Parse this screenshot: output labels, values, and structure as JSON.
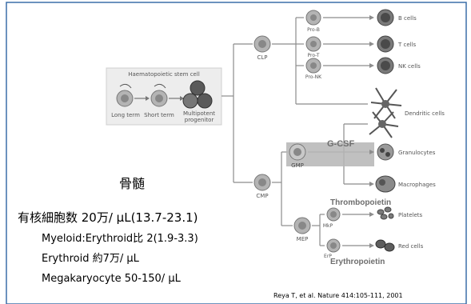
{
  "diagram": {
    "box_title": "Haematopoietic stem cell",
    "stem_cells": [
      {
        "label": "Long term"
      },
      {
        "label": "Short term"
      },
      {
        "label": "Multipotent\nprogenitor"
      }
    ],
    "progenitors": {
      "clp": "CLP",
      "cmp": "CMP",
      "gmp": "GMP",
      "mep": "MEP",
      "mkp": "MkP",
      "erp": "ErP"
    },
    "lymphoid_precursors": [
      "Pro-B",
      "Pro-T",
      "Pro-NK"
    ],
    "mature_cells": [
      {
        "label": "B cells"
      },
      {
        "label": "T cells"
      },
      {
        "label": "NK cells"
      },
      {
        "label": "Dendritic cells"
      },
      {
        "label": "Granulocytes"
      },
      {
        "label": "Macrophages"
      },
      {
        "label": "Platelets"
      },
      {
        "label": "Red cells"
      }
    ],
    "cytokines": {
      "gcsf": "G-CSF",
      "tpo": "Thrombopoietin",
      "epo": "Erythropoietin"
    }
  },
  "annotations": {
    "marrow": "骨髄",
    "nucleated": "有核細胞数  20万/ μL(13.7-23.1)",
    "myeloid_ratio": "Myeloid:Erythroid比  2(1.9-3.3)",
    "erythroid": "Erythroid 約7万/ μL",
    "megakaryocyte": "Megakaryocyte  50-150/ μL",
    "citation": "Reya T, et al. Nature 414:105-111, 2001"
  },
  "colors": {
    "frame": "#3b6ea8",
    "line": "#8c8c8c",
    "box_fill": "#ededed",
    "gmp_box": "#b5b5b5",
    "cell_light": "#b4b4b4",
    "cell_dark": "#5a5a5a",
    "cytokine_text": "#6e6e6e"
  }
}
